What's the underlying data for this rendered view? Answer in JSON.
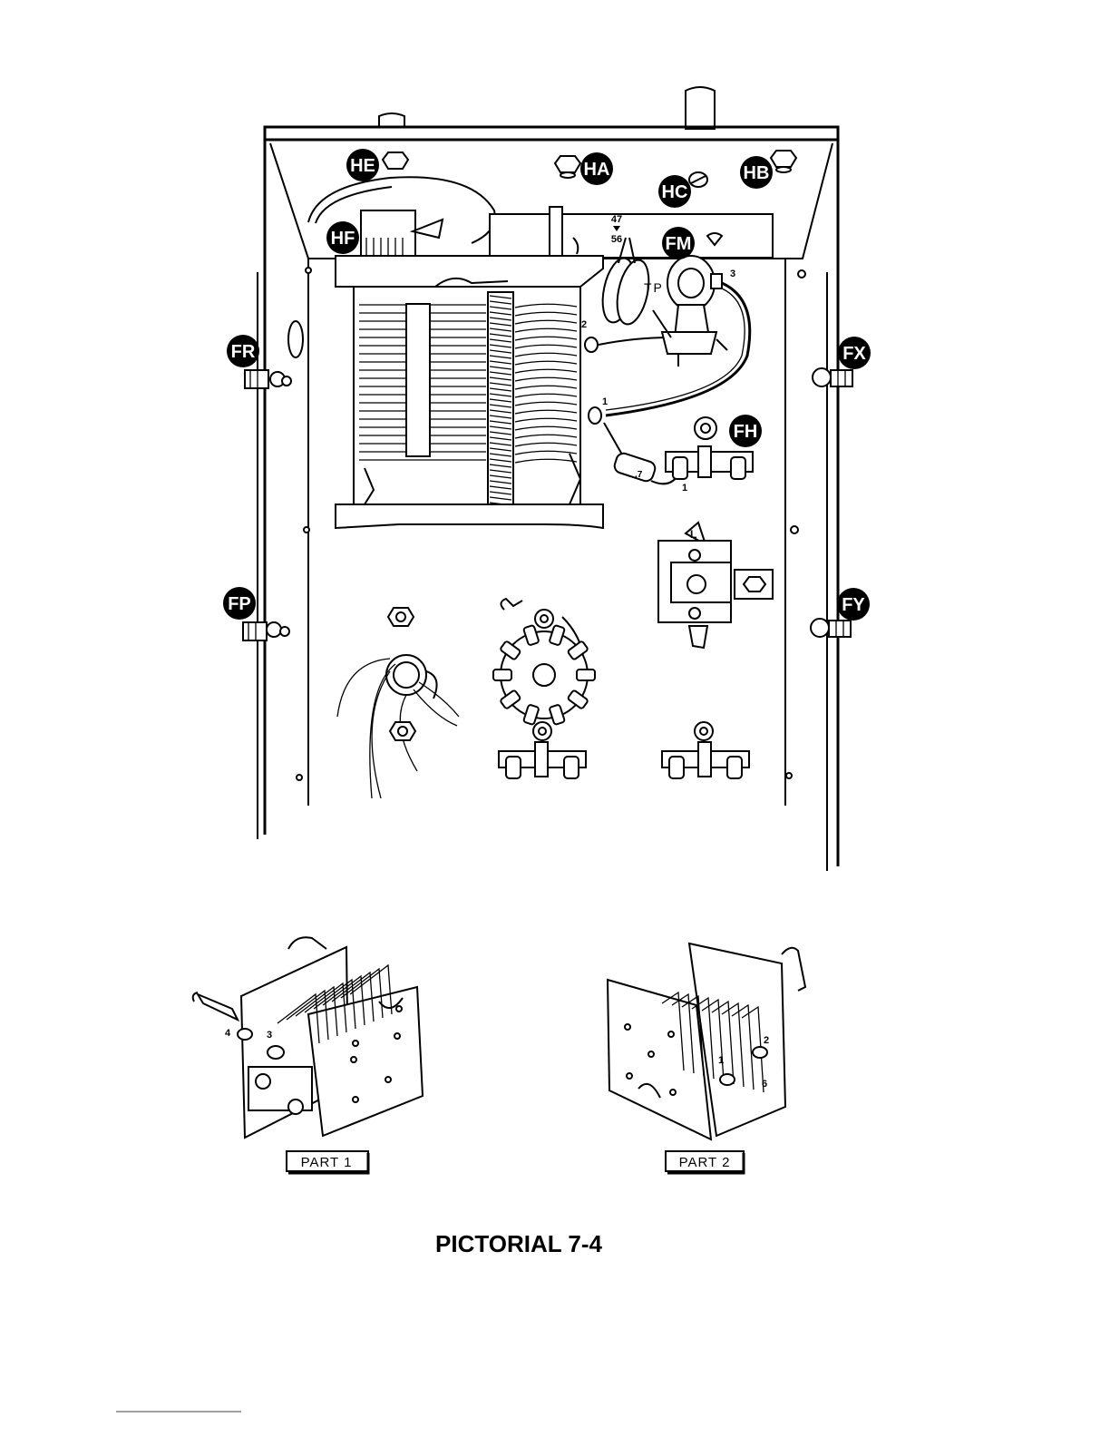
{
  "caption": "PICTORIAL 7-4",
  "callouts": {
    "HE": "HE",
    "HA": "HA",
    "HC": "HC",
    "HB": "HB",
    "HF": "HF",
    "FM": "FM",
    "FR": "FR",
    "FX": "FX",
    "FH": "FH",
    "FP": "FP",
    "FY": "FY"
  },
  "wire_labels": {
    "n47": "47",
    "n56": "56",
    "n3": "3",
    "tp": "TP",
    "n2": "2",
    "n1a": "1",
    "n1b": "1",
    "cap": ".7",
    "lug_l": "L"
  },
  "parts": {
    "part1": {
      "label": "PART 1",
      "terminals": [
        "4",
        "3"
      ]
    },
    "part2": {
      "label": "PART 2",
      "terminals": [
        "2",
        "1",
        "6"
      ]
    }
  },
  "colors": {
    "ink": "#000000",
    "paper": "#ffffff"
  }
}
